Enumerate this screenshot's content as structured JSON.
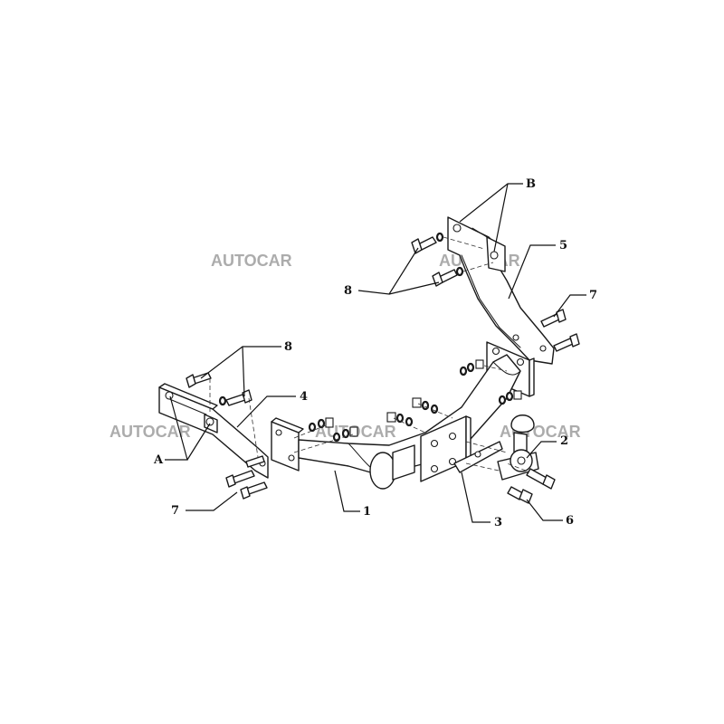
{
  "watermark": {
    "text": "AUTOCAR",
    "color": "#a8a8a8"
  },
  "callouts": {
    "part_1": "1",
    "part_2": "2",
    "part_3": "3",
    "part_4": "4",
    "part_5": "5",
    "part_6": "6",
    "part_7_left": "7",
    "part_7_right": "7",
    "part_8_left": "8",
    "part_8_right": "8",
    "point_a": "A",
    "point_b": "B"
  },
  "colors": {
    "line": "#1a1a1a",
    "background": "#ffffff"
  }
}
